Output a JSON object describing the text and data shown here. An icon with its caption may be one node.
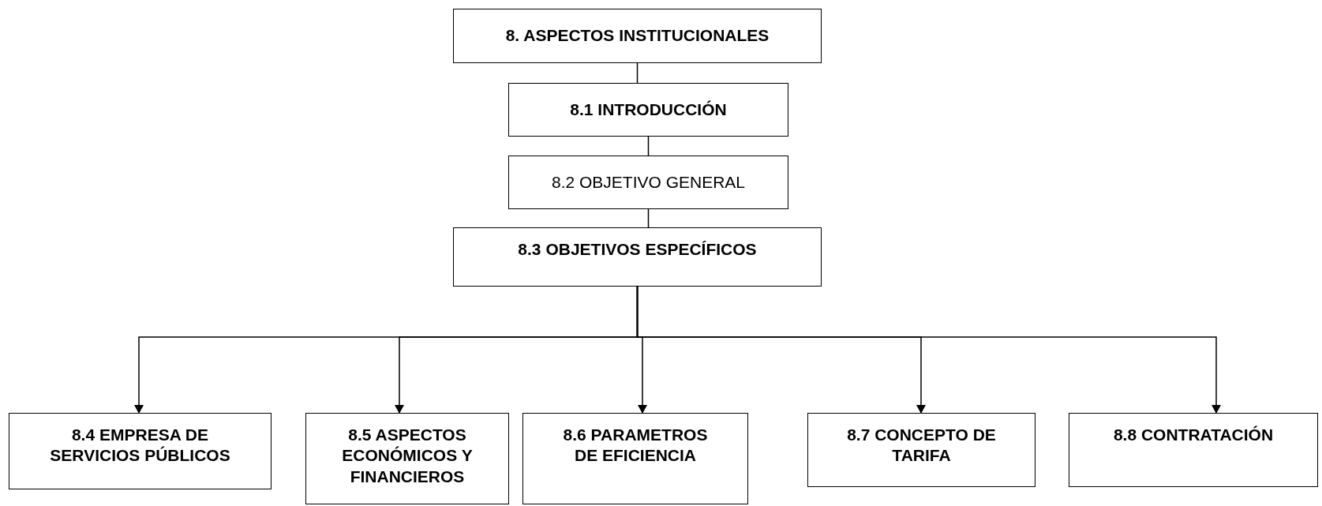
{
  "diagram": {
    "nodes": [
      {
        "text": [
          "8. ASPECTOS INSTITUCIONALES"
        ]
      },
      {
        "text": [
          "8.1  INTRODUCCIÓN"
        ]
      },
      {
        "text": [
          "8.2  OBJETIVO GENERAL"
        ]
      },
      {
        "text": [
          "8.3  OBJETIVOS ESPECÍFICOS"
        ]
      },
      {
        "text": [
          "8.4 EMPRESA DE SERVICIOS PÚBLICOS"
        ]
      },
      {
        "text": [
          "8.5 ASPECTOS ECONÓMICOS Y FINANCIEROS"
        ]
      },
      {
        "text": [
          "8.6 PARAMETROS DE EFICIENCIA"
        ]
      },
      {
        "text": [
          "8.7 CONCEPTO DE TARIFA"
        ]
      },
      {
        "text": [
          "8.8 CONTRATACIÓN"
        ]
      }
    ],
    "edges": [
      {
        "from": 0,
        "to": 1,
        "arrow": "none"
      },
      {
        "from": 1,
        "to": 2,
        "arrow": "none"
      },
      {
        "from": 2,
        "to": 3,
        "arrow": "none"
      },
      {
        "from": 3,
        "to": 4,
        "arrow": "to"
      },
      {
        "from": 3,
        "to": 5,
        "arrow": "to"
      },
      {
        "from": 3,
        "to": 6,
        "arrow": "to"
      },
      {
        "from": 3,
        "to": 7,
        "arrow": "to"
      },
      {
        "from": 3,
        "to": 8,
        "arrow": "to"
      }
    ]
  }
}
